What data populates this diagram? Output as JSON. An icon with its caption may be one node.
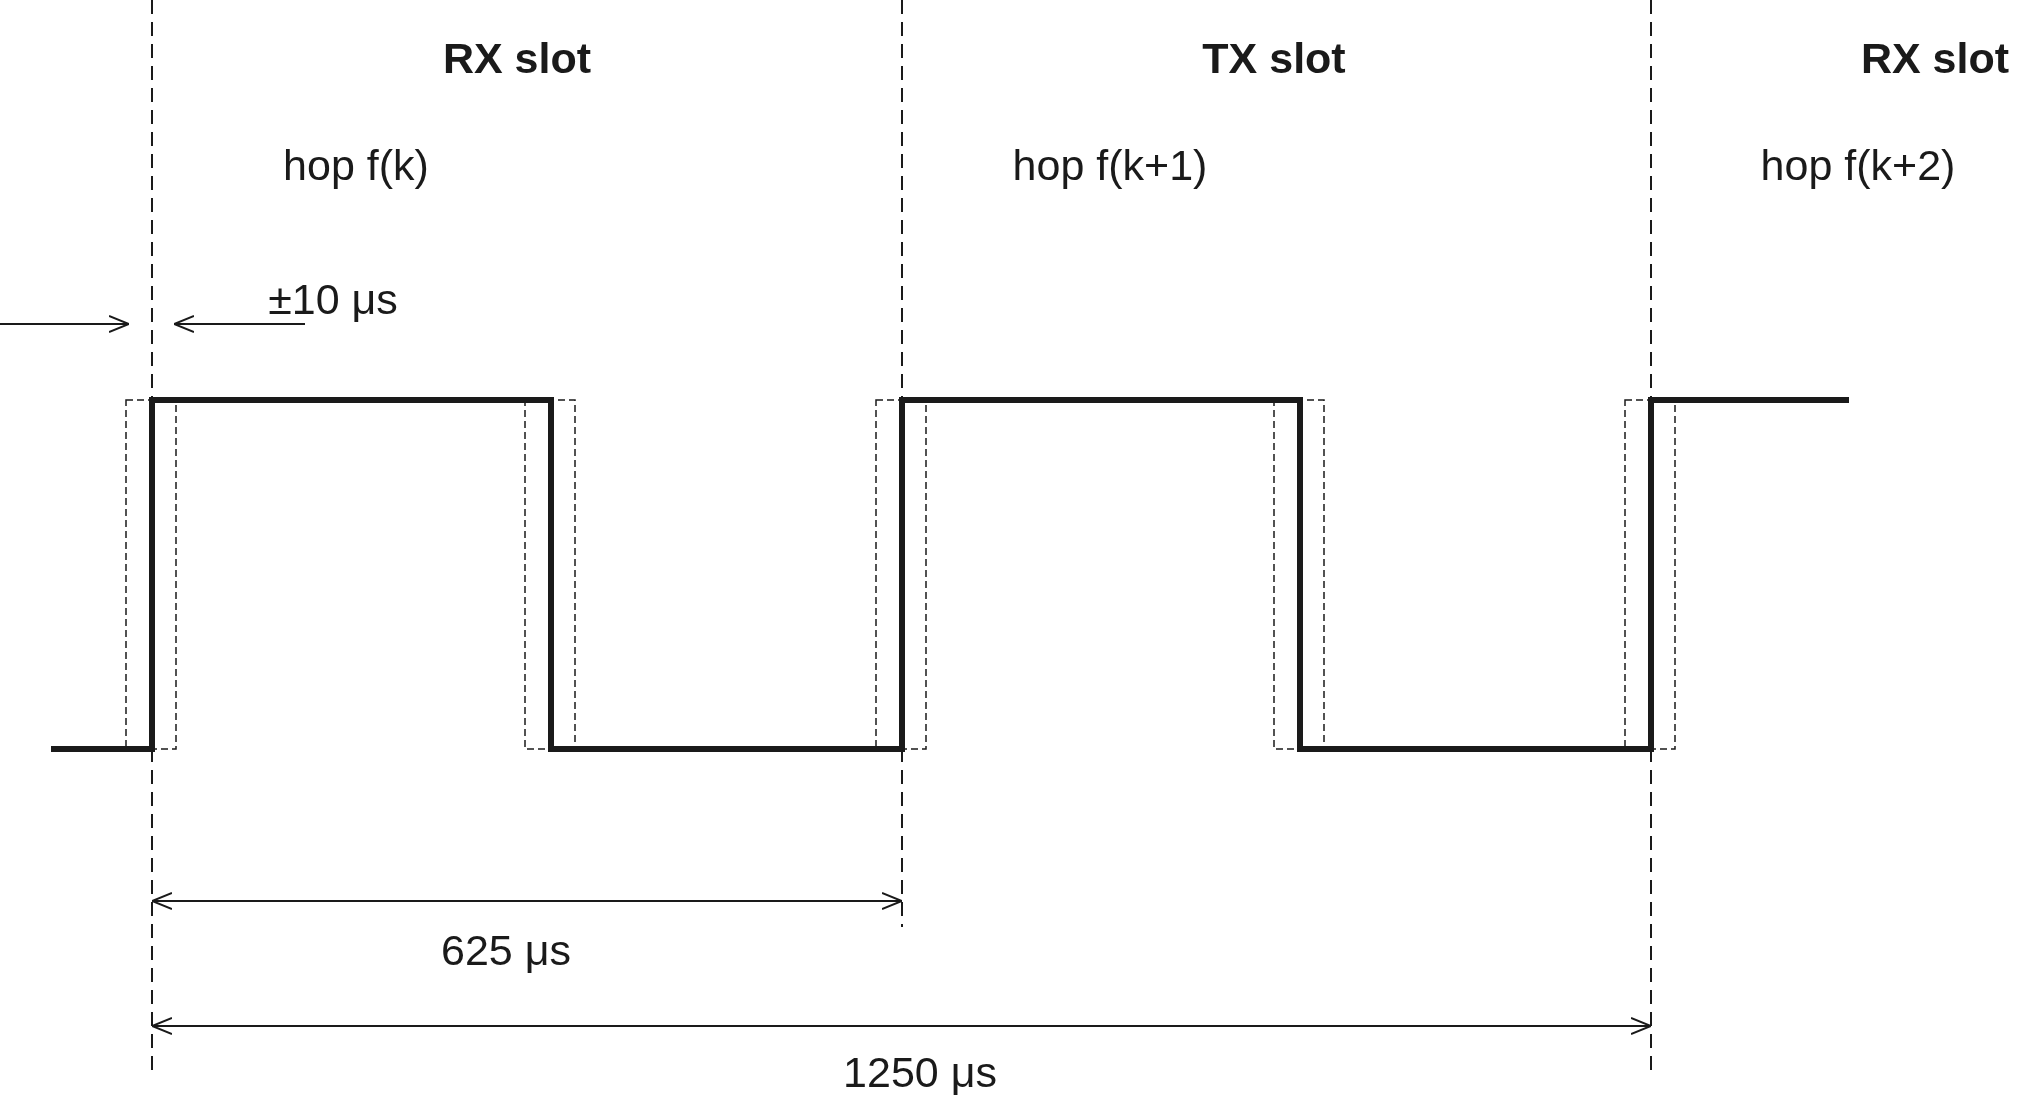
{
  "diagram": {
    "labels": [
      "RX slot",
      "TX slot",
      "RX slot",
      "hop f(k)",
      "hop f(k+1)",
      "hop f(k+2)",
      "±10 μs",
      "625 μs",
      "1250 μs"
    ]
  }
}
